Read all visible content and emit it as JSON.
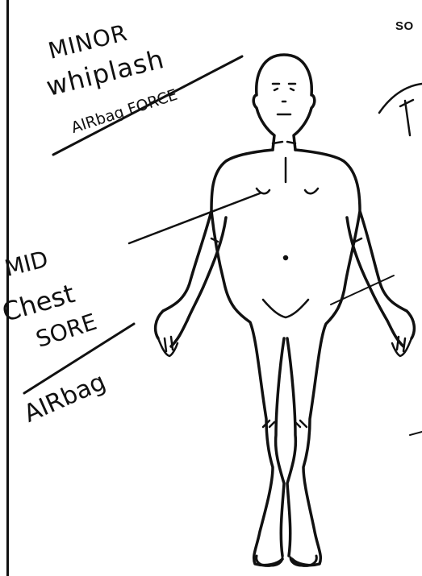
{
  "header": {
    "title_fragment": "SO"
  },
  "notes": {
    "top_left": {
      "line1": "MINOR",
      "line2": "whiplash",
      "line3": "AIRbag FORCE"
    },
    "mid_left": {
      "line1": "MID",
      "line2": "Chest",
      "line3": "SORE",
      "line4": "AIRbag"
    },
    "right_edge_fragment": "t"
  }
}
